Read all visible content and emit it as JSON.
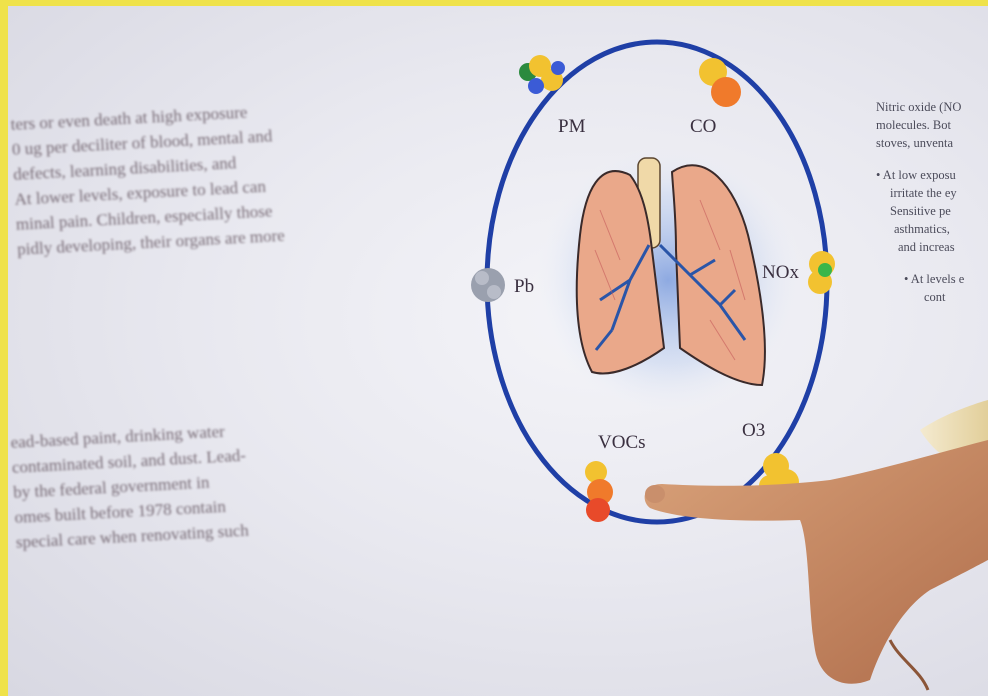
{
  "poster": {
    "left_text_a": [
      "ters or even death at high exposure",
      "0 ug per deciliter of blood, mental and",
      "defects, learning disabilities, and",
      "At lower levels, exposure to lead can",
      "minal pain. Children, especially those",
      "pidly developing, their organs are more"
    ],
    "left_text_b": [
      "ead-based paint, drinking water",
      "contaminated soil, and dust. Lead-",
      "by the federal government in",
      "omes built before 1978 contain",
      "special care when renovating such"
    ],
    "right_text": [
      "Nitric oxide (NO",
      "molecules. Bot",
      "stoves, unventa",
      "• At low exposu",
      "irritate the ey",
      "Sensitive pe",
      "asthmatics,",
      "and increas",
      "• At levels e",
      "cont"
    ],
    "pollutants": {
      "pm": "PM",
      "co": "CO",
      "pb": "Pb",
      "nox": "NOx",
      "vocs": "VOCs",
      "o3": "O3"
    },
    "colors": {
      "ring": "#1f3fa6",
      "lung": "#e8a889",
      "vessel": "#2a55a8"
    }
  }
}
